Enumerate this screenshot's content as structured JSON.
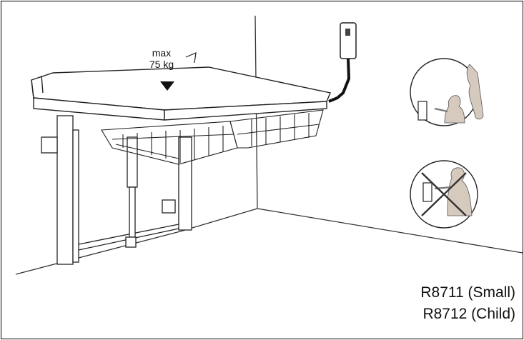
{
  "figure": {
    "load_label_line1": "max",
    "load_label_line2": "75 kg",
    "models": [
      "R8711 (Small)",
      "R8712 (Child)"
    ],
    "icons": {
      "top_circle": "adult-operating-with-child-icon",
      "bottom_circle": "child-operating-prohibited-icon",
      "remote": "wall-remote-control-icon",
      "arrow": "down-arrow-icon"
    },
    "colors": {
      "line": "#222222",
      "silhouette": "#d6c9bd",
      "cross": "#333333"
    }
  }
}
